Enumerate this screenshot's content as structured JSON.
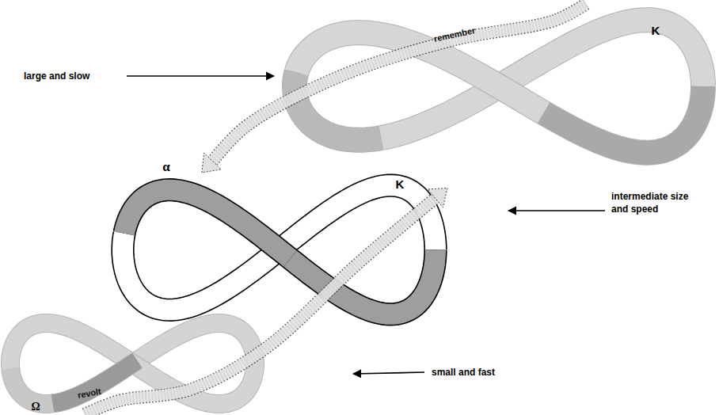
{
  "diagram": {
    "nodes": [
      {
        "text": [
          "K"
        ]
      },
      {
        "text": [
          "α",
          "K"
        ]
      },
      {
        "text": [
          "Ω"
        ]
      }
    ],
    "edges": [
      {
        "from": 0,
        "to": 1,
        "label": "remember",
        "arrow": "to"
      },
      {
        "from": 2,
        "to": 1,
        "label": "revolt",
        "arrow": "to"
      }
    ],
    "labels": [
      "large and slow",
      "intermediate size and speed",
      "small and fast"
    ]
  }
}
